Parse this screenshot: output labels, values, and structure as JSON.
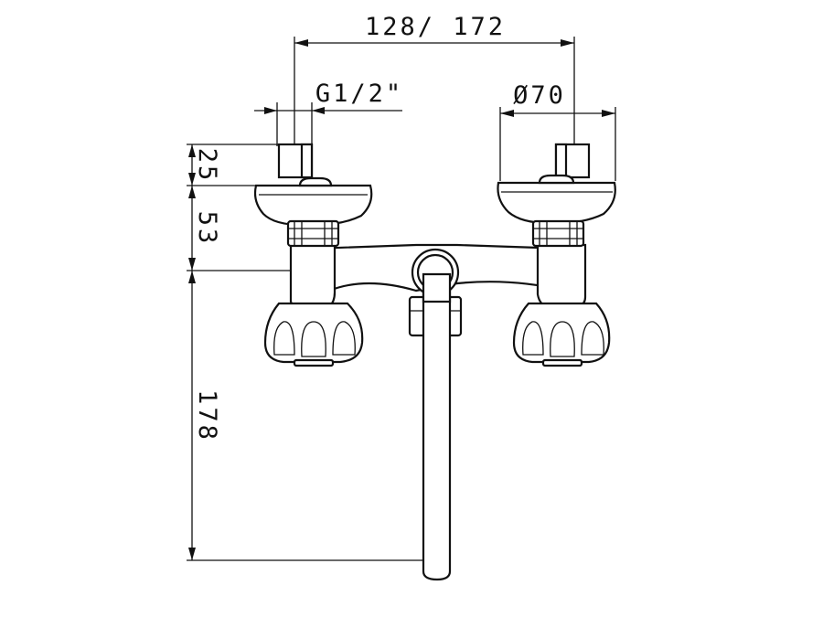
{
  "dimensions": {
    "inlet_spacing": "128/ 172",
    "thread_size": "G1/2\"",
    "handle_diameter": "Ø70",
    "height_top": "25",
    "height_mid": "53",
    "height_spout": "178"
  },
  "colors": {
    "line": "#111111",
    "background": "#ffffff"
  }
}
